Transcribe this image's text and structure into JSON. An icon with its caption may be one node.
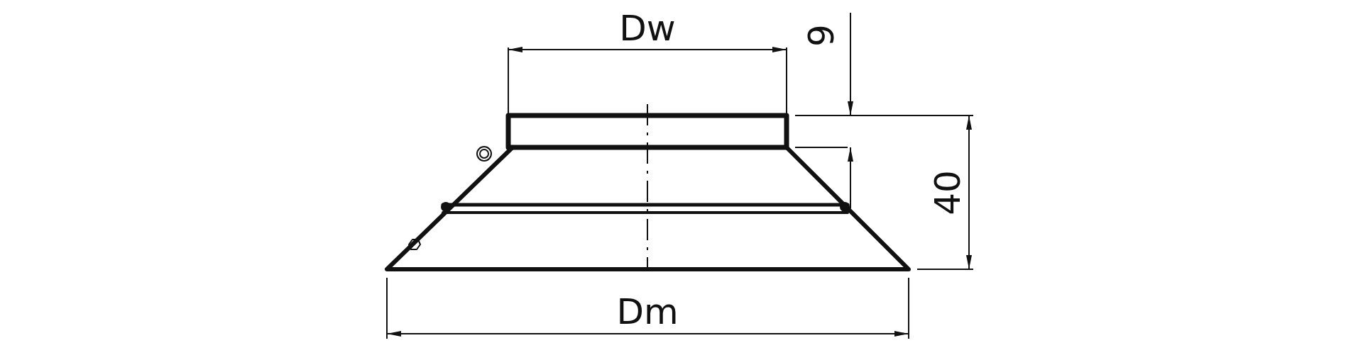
{
  "diagram": {
    "labels": [
      "Dw",
      "9",
      "40",
      "Dm"
    ]
  }
}
